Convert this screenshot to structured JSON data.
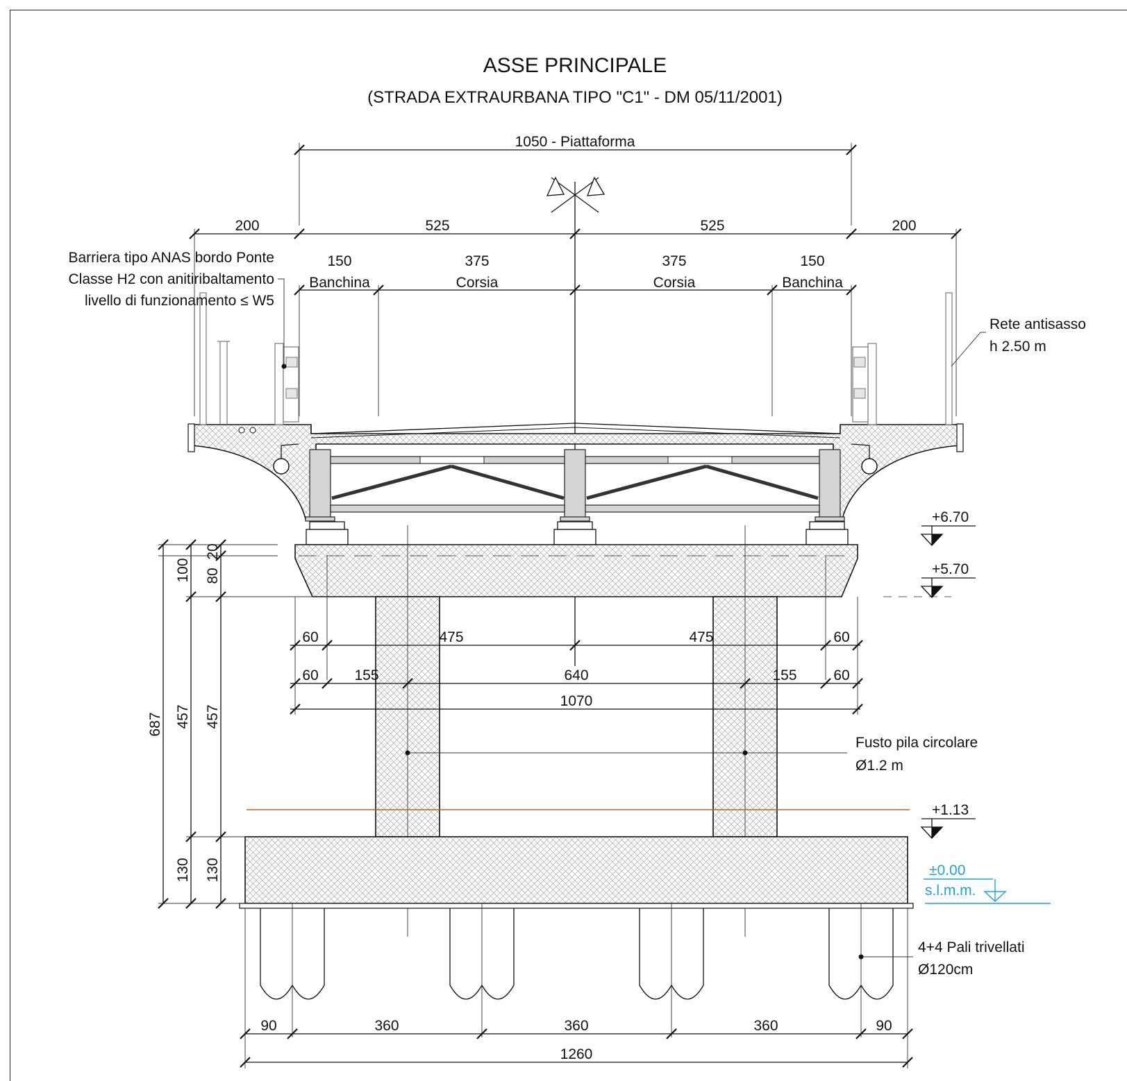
{
  "title": "ASSE PRINCIPALE",
  "subtitle": "(STRADA EXTRAURBANA TIPO \"C1\" - DM 05/11/2001)",
  "dimensions": {
    "platform": "1050 - Piattaforma",
    "left_edge": "200",
    "right_edge": "200",
    "half_left": "525",
    "half_right": "525",
    "shoulder_left_width": "150",
    "shoulder_left_label": "Banchina",
    "lane_left_width": "375",
    "lane_left_label": "Corsia",
    "lane_right_width": "375",
    "lane_right_label": "Corsia",
    "shoulder_right_width": "150",
    "shoulder_right_label": "Banchina",
    "pier_row1": [
      "60",
      "475",
      "475",
      "60"
    ],
    "pier_row2": [
      "60",
      "155",
      "640",
      "155",
      "60"
    ],
    "pier_total": "1070",
    "vertical_outer": "687",
    "vertical_mid_top": "100",
    "vertical_mid_mid": "457",
    "vertical_mid_bot": "130",
    "vertical_inner_top1": "20",
    "vertical_inner_top2": "80",
    "vertical_inner_mid": "457",
    "vertical_inner_bot": "130",
    "piles_row": [
      "90",
      "360",
      "360",
      "360",
      "90"
    ],
    "piles_total": "1260"
  },
  "notes": {
    "barrier_line1": "Barriera tipo ANAS bordo Ponte",
    "barrier_line2": "Classe H2 con anitiribaltamento",
    "barrier_line3": "livello di funzionamento ≤ W5",
    "net_line1": "Rete antisasso",
    "net_line2": "h 2.50 m",
    "column_line1": "Fusto pila circolare",
    "column_line2": "Ø1.2 m",
    "piles_line1": "4+4 Pali trivellati",
    "piles_line2": "Ø120cm"
  },
  "levels": {
    "deck": "+6.70",
    "pier_cap": "+5.70",
    "footing": "+1.13",
    "sea_level": "±0.00",
    "sea_level_label": "s.l.m.m."
  },
  "colors": {
    "water_line": "#1aa3e0",
    "ground_line": "#b5651d",
    "line": "#111111"
  }
}
